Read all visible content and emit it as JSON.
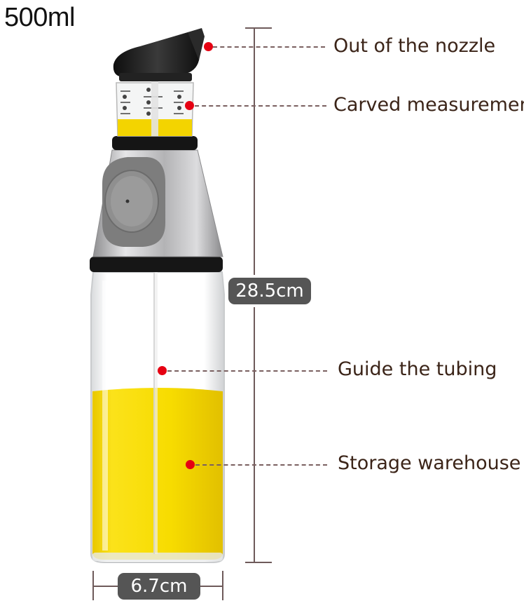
{
  "image": {
    "capacity": "500ml",
    "dimensions": {
      "height": "28.5cm",
      "width": "6.7cm"
    },
    "callouts": [
      {
        "label": "Out of the nozzle"
      },
      {
        "label": "Carved measurement"
      },
      {
        "label": "Guide the tubing"
      },
      {
        "label": "Storage warehouse"
      }
    ],
    "colors": {
      "oil": "#f6d500",
      "marker": "#e60012",
      "cap": "#1a1a1a",
      "steel": "#b9b9bb",
      "button": "#7b7b7b",
      "label_bg": "#555555"
    }
  }
}
